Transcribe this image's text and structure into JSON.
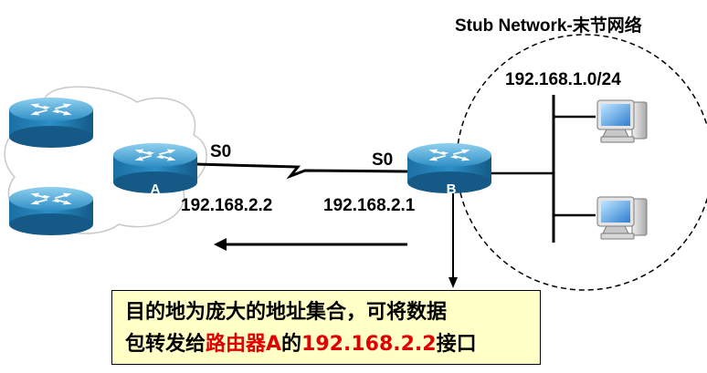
{
  "labels": {
    "stub_network": "Stub Network-末节网络",
    "stub_subnet": "192.168.1.0/24",
    "router_a_interface": "S0",
    "router_b_interface": "S0",
    "router_a_ip": "192.168.2.2",
    "router_b_ip": "192.168.2.1"
  },
  "routers": {
    "a": {
      "name": "A"
    },
    "b": {
      "name": "B"
    }
  },
  "icons": {
    "router": "router-icon",
    "computer": "desktop-computer-icon",
    "cloud": "cloud-icon",
    "serial_link": "serial-link-icon",
    "arrow": "arrow-icon"
  },
  "note": {
    "line1": "目的地为庞大的地址集合，可将数据",
    "line2_prefix": "包转发给",
    "line2_red1": "路由器A",
    "line2_mid": "的",
    "line2_red2": "192.168.2.2",
    "line2_suffix": "接口"
  },
  "colors": {
    "router_blue": "#1f7fb8",
    "note_background": "#ffffc6",
    "highlight_red": "#e00000"
  }
}
